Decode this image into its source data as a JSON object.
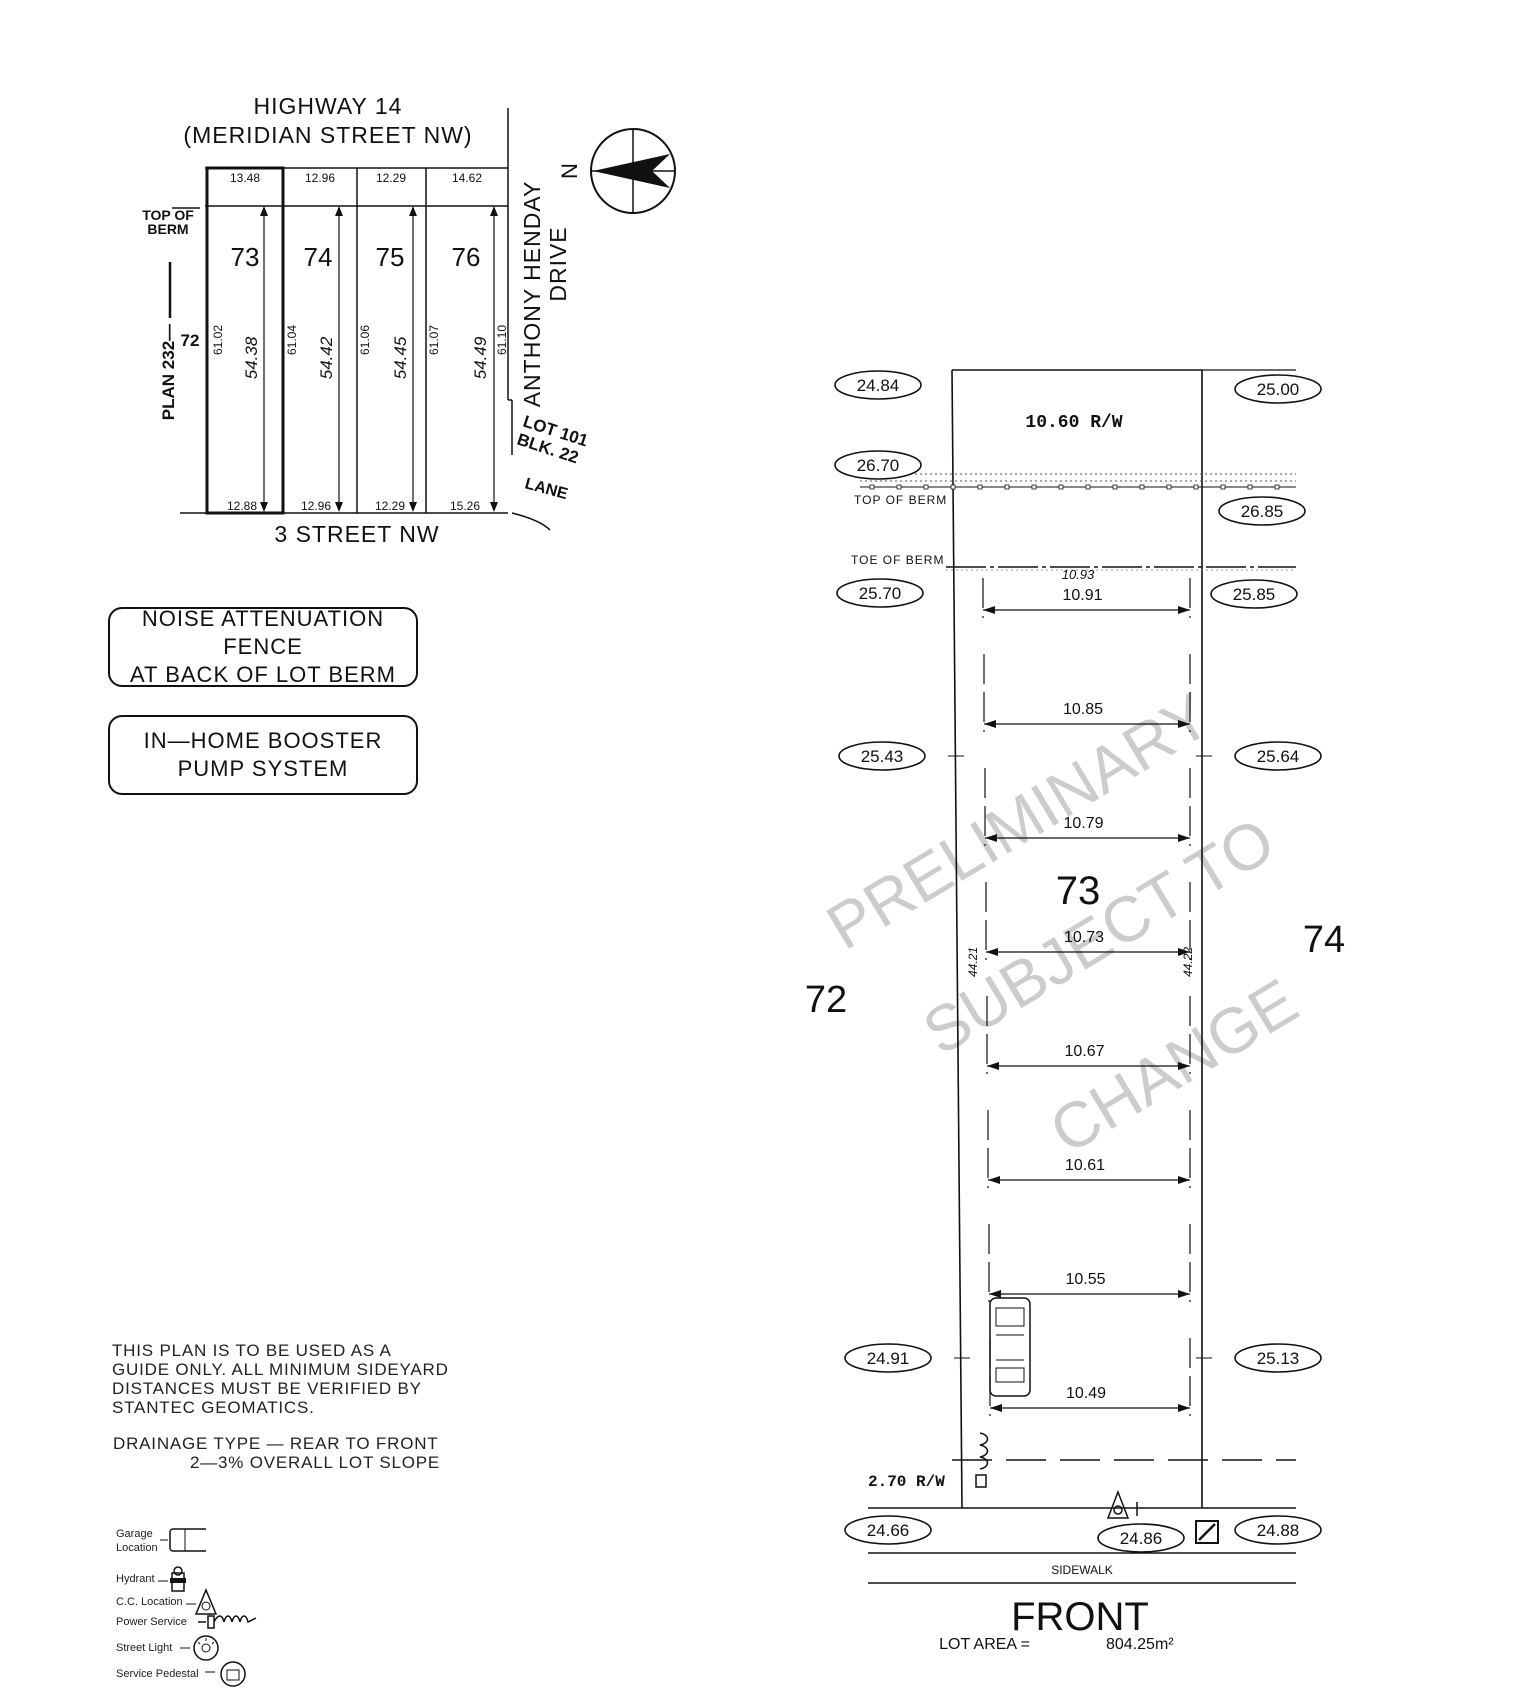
{
  "key_plan": {
    "highway_line1": "HIGHWAY 14",
    "highway_line2": "(MERIDIAN STREET NW)",
    "street_bottom": "3 STREET NW",
    "drive_line1": "ANTHONY HENDAY",
    "drive_line2": "DRIVE",
    "lane": "LANE",
    "lot101_line1": "LOT 101",
    "lot101_line2": "BLK. 22",
    "plan_label": "PLAN 232—",
    "lot72": "72",
    "top_of_berm_line1": "TOP OF",
    "top_of_berm_line2": "BERM",
    "north": "N",
    "lots": [
      {
        "number": "73",
        "top": "13.48",
        "bottom": "12.88",
        "left": "61.02",
        "depth": "54.38"
      },
      {
        "number": "74",
        "top": "12.96",
        "bottom": "12.96",
        "left": "61.04",
        "depth": "54.42"
      },
      {
        "number": "75",
        "top": "12.29",
        "bottom": "12.29",
        "left": "61.06",
        "depth": "54.45"
      },
      {
        "number": "76",
        "top": "14.62",
        "bottom": "15.26",
        "left": "61.07",
        "depth": "54.49"
      }
    ],
    "right_edge": "61.10"
  },
  "notes": {
    "fence_line1": "NOISE ATTENUATION FENCE",
    "fence_line2": "AT BACK OF LOT BERM",
    "pump_line1": "IN—HOME BOOSTER",
    "pump_line2": "PUMP SYSTEM",
    "guide": "THIS PLAN IS TO BE USED AS A\nGUIDE ONLY. ALL MINIMUM SIDEYARD\nDISTANCES MUST BE VERIFIED BY\nSTANTEC GEOMATICS.",
    "drainage_line1": "DRAINAGE TYPE — REAR TO FRONT",
    "drainage_line2": "2—3% OVERALL LOT SLOPE"
  },
  "legend": [
    {
      "label": "Garage Location",
      "icon": "garage-icon"
    },
    {
      "label": "Hydrant",
      "icon": "hydrant-icon"
    },
    {
      "label": "C.C. Location",
      "icon": "cc-location-icon"
    },
    {
      "label": "Power Service",
      "icon": "power-service-icon"
    },
    {
      "label": "Street Light",
      "icon": "street-light-icon"
    },
    {
      "label": "Service Pedestal",
      "icon": "service-pedestal-icon"
    }
  ],
  "lot_plan": {
    "lot_number": "73",
    "left_neighbor": "72",
    "right_neighbor": "74",
    "rw_top": "10.60 R/W",
    "rw_bottom": "2.70 R/W",
    "top_of_berm": "TOP OF BERM",
    "toe_of_berm": "TOE OF BERM",
    "berm_width": "10.93",
    "side_left": "44.21",
    "side_right": "44.22",
    "widths": [
      "10.91",
      "10.85",
      "10.79",
      "10.73",
      "10.67",
      "10.61",
      "10.55",
      "10.49"
    ],
    "sidewalk": "SIDEWALK",
    "front": "FRONT",
    "lot_area_label": "LOT AREA =",
    "lot_area_value": "804.25m²",
    "watermark_line1": "PRELIMINARY",
    "watermark_line2": "SUBJECT TO",
    "watermark_line3": "CHANGE",
    "elevations": {
      "rear_left": "24.84",
      "rear_right": "25.00",
      "berm_left": "26.70",
      "berm_right": "26.85",
      "toe_left": "25.70",
      "toe_right": "25.85",
      "mid_left": "25.43",
      "mid_right": "25.64",
      "front_left": "24.91",
      "front_right": "25.13",
      "street_left": "24.66",
      "street_center": "24.86",
      "street_right": "24.88"
    }
  }
}
